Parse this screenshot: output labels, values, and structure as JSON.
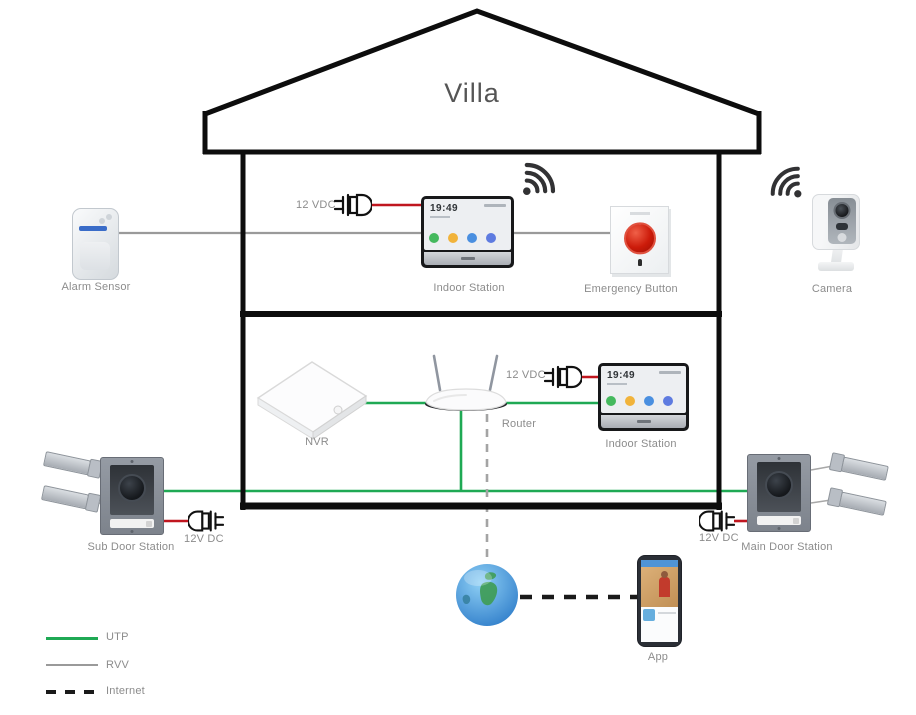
{
  "diagram": {
    "title": "Villa",
    "labels": {
      "alarm_sensor": "Alarm Sensor",
      "indoor_station_upper": "Indoor Station",
      "emergency_button": "Emergency Button",
      "camera": "Camera",
      "nvr": "NVR",
      "router": "Router",
      "indoor_station_lower": "Indoor Station",
      "sub_door_station": "Sub Door Station",
      "main_door_station": "Main Door Station",
      "app": "App"
    },
    "power": {
      "upper_indoor": "12 VDC",
      "lower_indoor": "12 VDC",
      "sub_door": "12V DC",
      "main_door": "12V DC"
    },
    "indoor_station_screen": {
      "clock": "19:49"
    },
    "legend": [
      {
        "id": "utp",
        "label": "UTP",
        "line": "solid",
        "color": "#1fa954"
      },
      {
        "id": "rvv",
        "label": "RVV",
        "line": "solid",
        "color": "#9a9a9a"
      },
      {
        "id": "internet",
        "label": "Internet",
        "line": "dashed",
        "color": "#1a1a1a"
      }
    ],
    "colors": {
      "utp_green": "#1fa954",
      "rvv_gray": "#9a9a9a",
      "power_red": "#c0161f",
      "internet_black": "#1a1a1a",
      "structure_black": "#0d0d0d"
    }
  }
}
